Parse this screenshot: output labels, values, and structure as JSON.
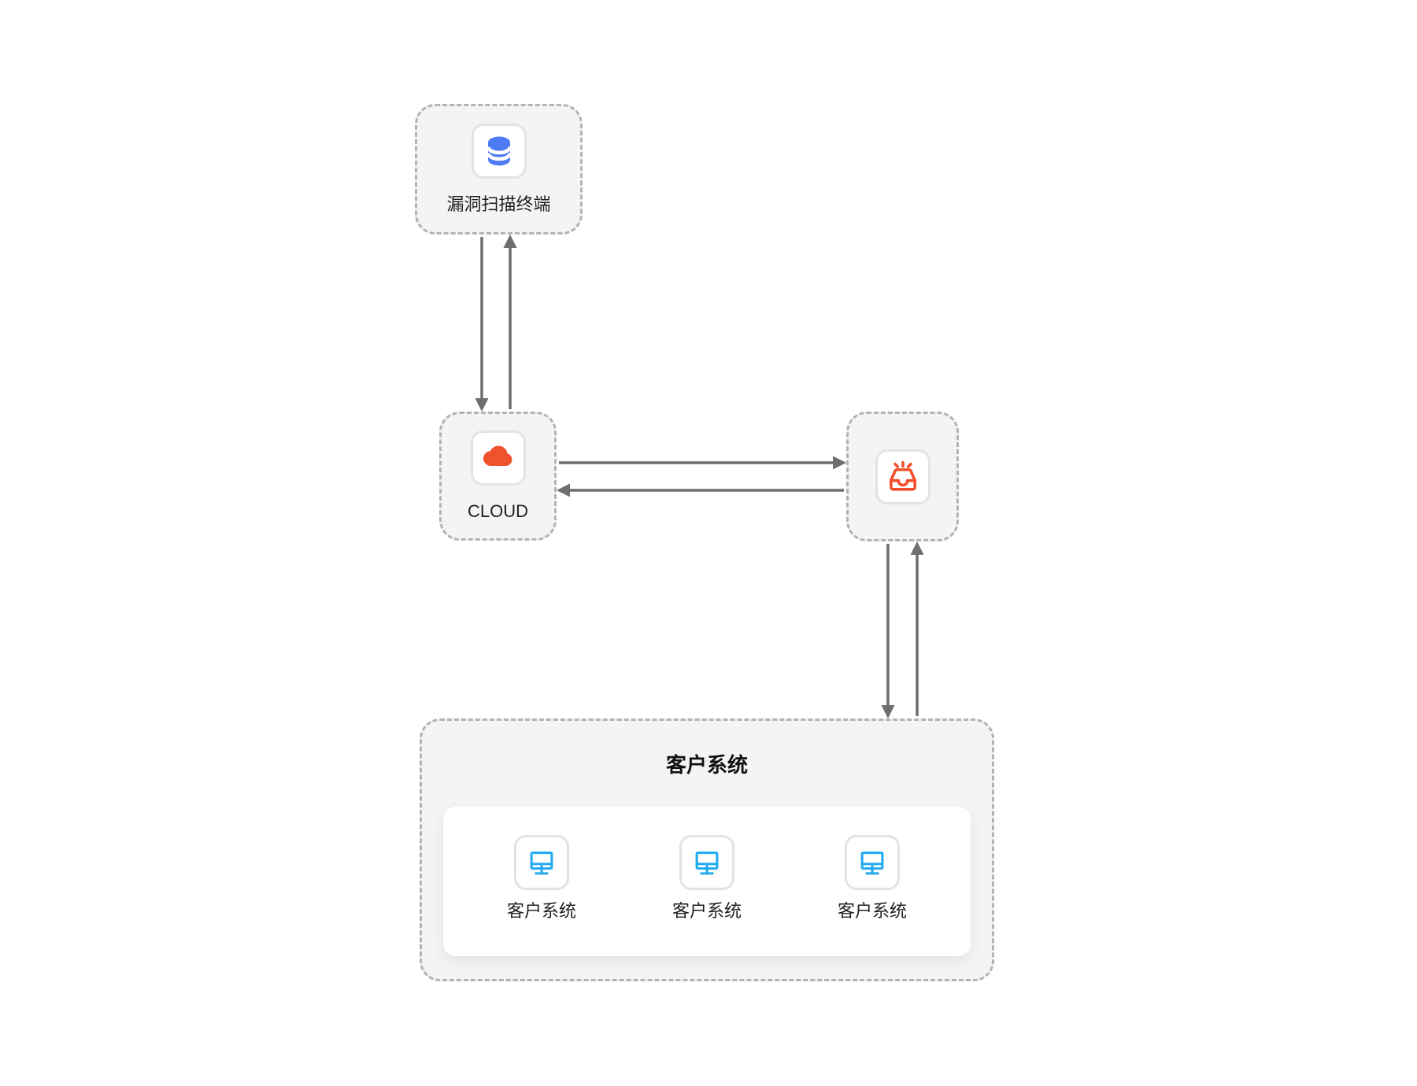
{
  "diagram": {
    "nodes": {
      "scanner": {
        "label": "漏洞扫描终端",
        "icon": "database-icon",
        "icon_color": "#4d7bf3"
      },
      "cloud": {
        "label": "CLOUD",
        "icon": "cloud-icon",
        "icon_color": "#f0512e"
      },
      "inbox": {
        "label": "",
        "icon": "inbox-icon",
        "icon_color": "#f24e29"
      },
      "customer_group": {
        "title": "客户系统",
        "items": [
          {
            "label": "客户系统",
            "icon": "monitor-icon",
            "icon_color": "#20aaf0"
          },
          {
            "label": "客户系统",
            "icon": "monitor-icon",
            "icon_color": "#20aaf0"
          },
          {
            "label": "客户系统",
            "icon": "monitor-icon",
            "icon_color": "#20aaf0"
          }
        ]
      }
    },
    "edges": [
      {
        "from": "scanner",
        "to": "cloud",
        "direction": "down"
      },
      {
        "from": "cloud",
        "to": "scanner",
        "direction": "up"
      },
      {
        "from": "cloud",
        "to": "inbox",
        "direction": "right"
      },
      {
        "from": "inbox",
        "to": "cloud",
        "direction": "left"
      },
      {
        "from": "inbox",
        "to": "customer_group",
        "direction": "down"
      },
      {
        "from": "customer_group",
        "to": "inbox",
        "direction": "up"
      }
    ],
    "colors": {
      "arrow": "#6e6e6e",
      "node_background": "#f4f4f5",
      "node_border": "#b3b3b3",
      "icon_box_border": "#e3e3e4",
      "text": "#1f1f1f"
    }
  }
}
